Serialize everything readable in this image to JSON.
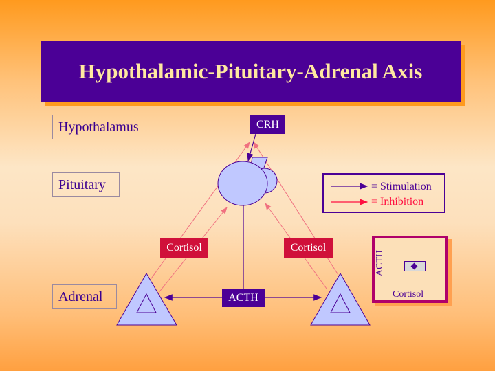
{
  "title": "Hypothalamic-Pituitary-Adrenal Axis",
  "levels": {
    "hypothalamus": "Hypothalamus",
    "pituitary": "Pituitary",
    "adrenal": "Adrenal"
  },
  "hormones": {
    "crh": "CRH",
    "acth": "ACTH",
    "cortisol_left": "Cortisol",
    "cortisol_right": "Cortisol"
  },
  "legend": {
    "stimulation": "= Stimulation",
    "inhibition": "= Inhibition"
  },
  "inset_graph": {
    "ylabel": "ACTH",
    "xlabel": "Cortisol"
  },
  "colors": {
    "stimulation": "#4b0096",
    "inhibition": "#ff1040",
    "gland_fill": "#c0c8ff"
  }
}
